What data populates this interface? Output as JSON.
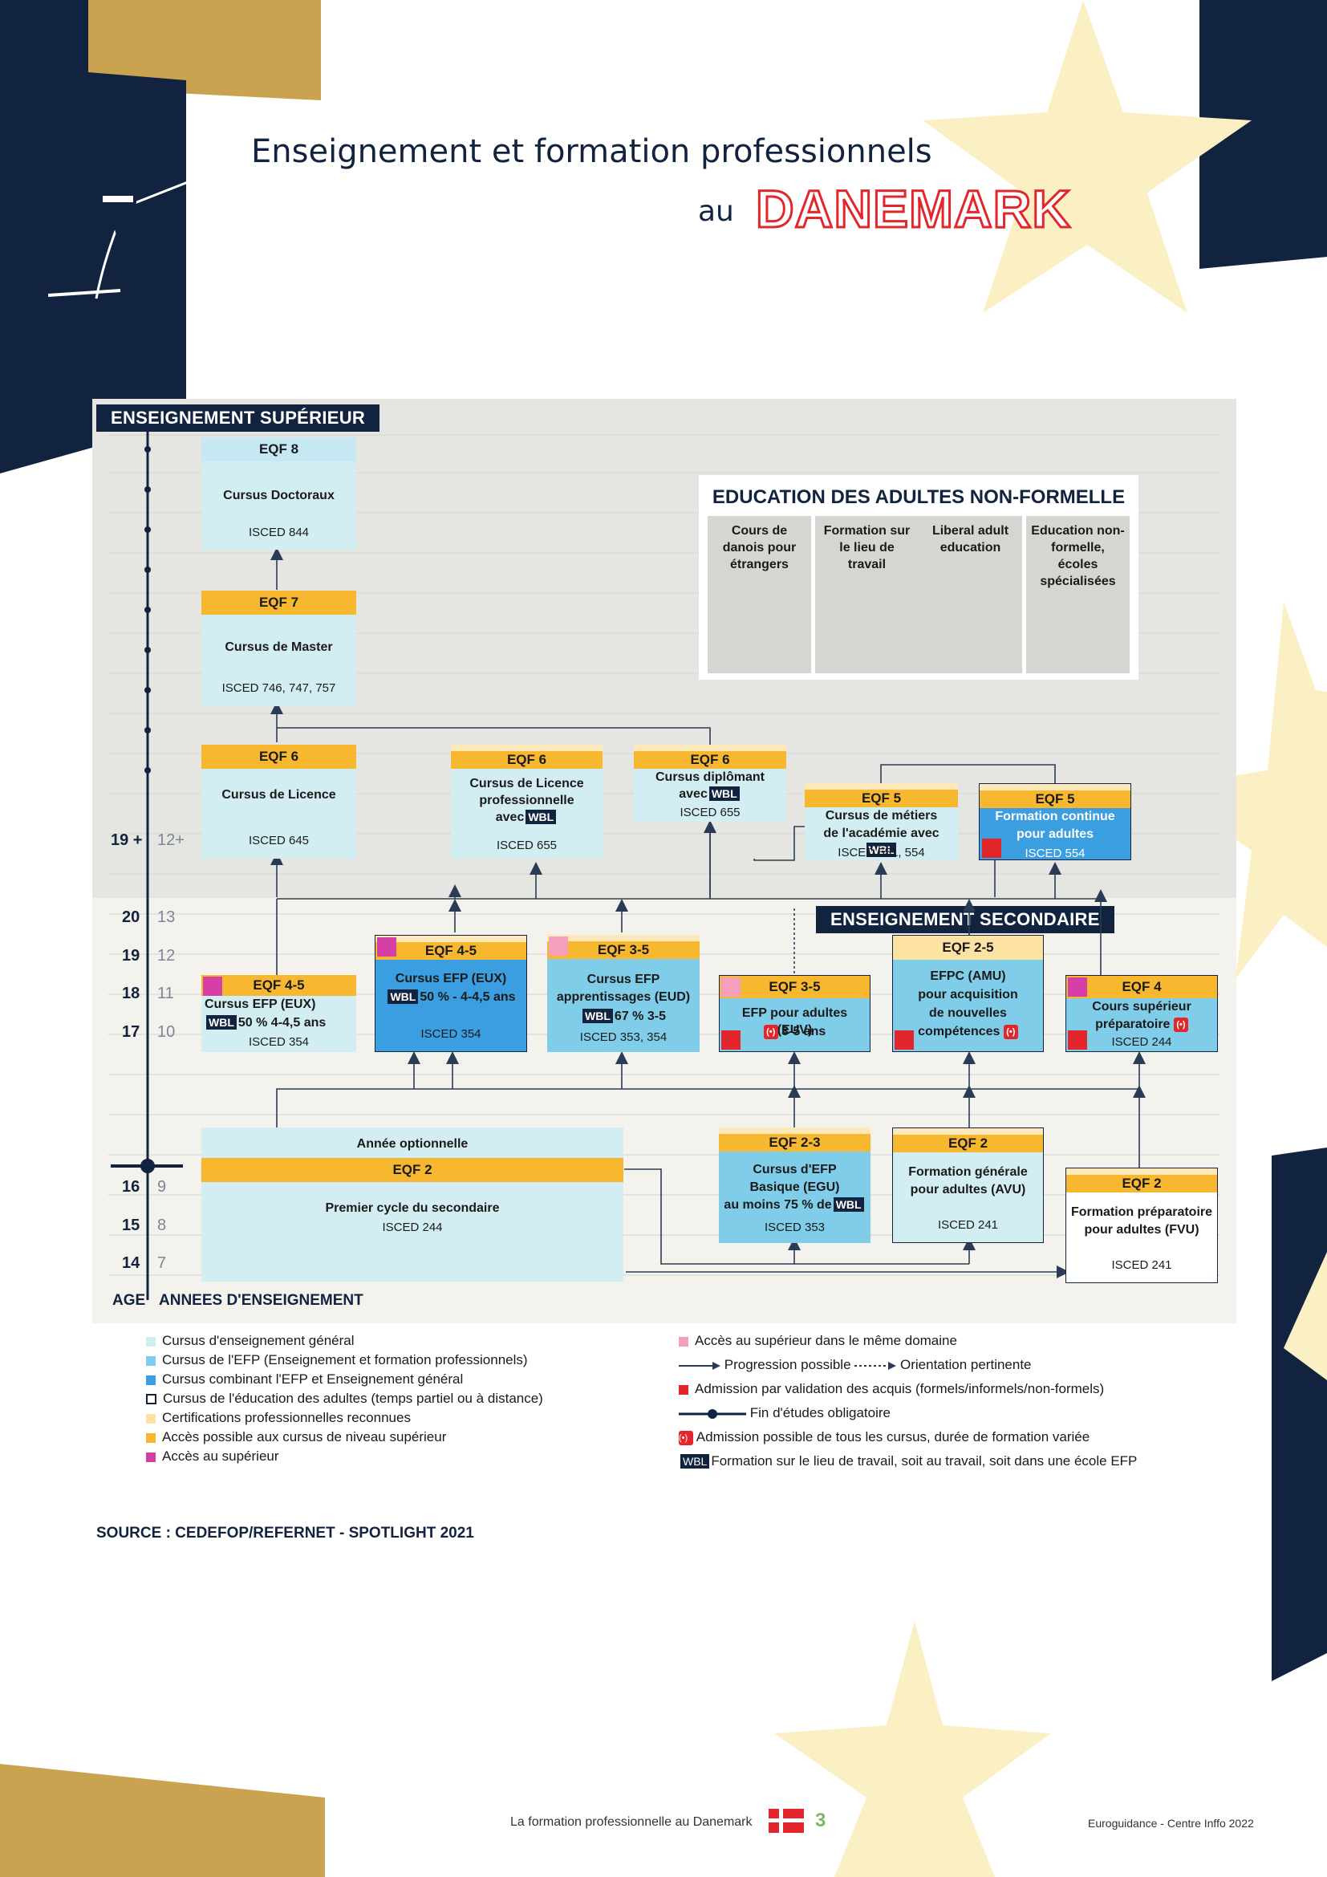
{
  "title": {
    "line1": "Enseignement et formation professionnels",
    "au": "au",
    "country": "DANEMARK"
  },
  "headers": {
    "superieur": "ENSEIGNEMENT SUPÉRIEUR",
    "secondaire": "ENSEIGNEMENT SECONDAIRE",
    "adultes": "EDUCATION DES ADULTES NON-FORMELLE"
  },
  "adult_cols": [
    "Cours de danois pour étrangers",
    "Formation sur le lieu de travail",
    "Liberal adult education",
    "Education non-formelle, écoles spécialisées"
  ],
  "wbl": "WBL",
  "adm": "(•)",
  "boxes": {
    "eqf8": {
      "bar": "EQF 8",
      "name": "Cursus Doctoraux",
      "isced": "ISCED 844"
    },
    "eqf7": {
      "bar": "EQF 7",
      "name": "Cursus de Master",
      "isced": "ISCED 746, 747, 757"
    },
    "eqf6a": {
      "bar": "EQF 6",
      "name": "Cursus de Licence",
      "isced": "ISCED 645"
    },
    "eqf6b": {
      "bar": "EQF 6",
      "name1": "Cursus de Licence",
      "name2": "professionnelle",
      "name3": "avec",
      "isced": "ISCED 655"
    },
    "eqf6c": {
      "bar": "EQF 6",
      "name1": "Cursus diplômant",
      "name2": "avec",
      "isced": "ISCED 655"
    },
    "eqf5a": {
      "bar": "EQF 5",
      "name1": "Cursus de métiers",
      "name2": "de l'académie avec",
      "isced": "ISCED 551, 554"
    },
    "eqf5b": {
      "bar": "EQF 5",
      "name1": "Formation continue",
      "name2": "pour adultes",
      "isced": "ISCED 554"
    },
    "eqf45a": {
      "bar": "EQF 4-5",
      "name": "Cursus EFP (EUX)",
      "sub": "50 % 4-4,5 ans",
      "isced": "ISCED 354"
    },
    "eqf45b": {
      "bar": "EQF 4-5",
      "name": "Cursus EFP (EUX)",
      "sub": "50 % - 4-4,5 ans",
      "isced": "ISCED 354"
    },
    "eqf35a": {
      "bar": "EQF 3-5",
      "name1": "Cursus EFP",
      "name2": "apprentissages (EUD)",
      "sub": "67 % 3-5",
      "isced": "ISCED 353, 354"
    },
    "eqf35b": {
      "bar": "EQF 3-5",
      "name": "EFP pour adultes (EUV)",
      "sub": "3-5 ans"
    },
    "eqf25": {
      "bar": "EQF 2-5",
      "name1": "EFPC (AMU)",
      "name2": "pour acquisition",
      "name3": "de nouvelles",
      "name4": "compétences"
    },
    "eqf4": {
      "bar": "EQF 4",
      "name1": "Cours supérieur",
      "name2": "préparatoire",
      "isced": "ISCED 244"
    },
    "eqf2a": {
      "top": "Année optionnelle",
      "bar": "EQF 2",
      "name": "Premier cycle du secondaire",
      "isced": "ISCED 244"
    },
    "eqf23": {
      "bar": "EQF 2-3",
      "name1": "Cursus d'EFP",
      "name2": "Basique (EGU)",
      "name3": "au moins 75 % de",
      "isced": "ISCED 353"
    },
    "eqf2b": {
      "bar": "EQF 2",
      "name1": "Formation générale",
      "name2": "pour adultes (AVU)",
      "isced": "ISCED 241"
    },
    "eqf2c": {
      "bar": "EQF 2",
      "name1": "Formation préparatoire",
      "name2": "pour adultes (FVU)",
      "isced": "ISCED 241"
    }
  },
  "axis": {
    "age_label": "AGE",
    "years_label": "ANNEES D'ENSEIGNEMENT",
    "rows": [
      {
        "age": "19 +",
        "year": "12+"
      },
      {
        "age": "20",
        "year": "13"
      },
      {
        "age": "19",
        "year": "12"
      },
      {
        "age": "18",
        "year": "11"
      },
      {
        "age": "17",
        "year": "10"
      },
      {
        "age": "16",
        "year": "9"
      },
      {
        "age": "15",
        "year": "8"
      },
      {
        "age": "14",
        "year": "7"
      }
    ]
  },
  "legend_left": [
    {
      "text": "Cursus d'enseignement général",
      "color": "#d3eef3"
    },
    {
      "text": "Cursus de l'EFP (Enseignement et formation professionnels)",
      "color": "#7fcde9"
    },
    {
      "text": "Cursus combinant l'EFP et Enseignement général",
      "color": "#3a9ee0"
    },
    {
      "text": "Cursus de l'éducation des adultes (temps partiel ou à distance)",
      "color": "outline"
    },
    {
      "text": "Certifications professionnelles reconnues",
      "color": "#fce2a3"
    },
    {
      "text": "Accès possible aux cursus de niveau supérieur",
      "color": "#f7b82f"
    },
    {
      "text": "Accès au supérieur",
      "color": "#d63fa5"
    }
  ],
  "legend_right": [
    {
      "text": "Accès au supérieur dans le même domaine",
      "kind": "pink"
    },
    {
      "text": "Progression possible",
      "text2": "Orientation pertinente",
      "kind": "arrows"
    },
    {
      "text": "Admission par validation des acquis (formels/informels/non-formels)",
      "kind": "red"
    },
    {
      "text": "Fin d'études obligatoire",
      "kind": "dotline"
    },
    {
      "text": "Admission possible de tous les cursus, durée de formation variée",
      "kind": "adm"
    },
    {
      "text": "Formation sur le lieu de travail, soit au travail, soit dans une école EFP",
      "kind": "wbl"
    }
  ],
  "source": "SOURCE : CEDEFOP/REFERNET - SPOTLIGHT 2021",
  "footer": {
    "left": "La formation professionnelle au Danemark",
    "page": "3",
    "right": "Euroguidance - Centre Inffo 2022"
  },
  "colors": {
    "navy": "#12233f",
    "gold": "#c9a350",
    "amber": "#f7b82f",
    "red": "#e3262b",
    "star": "#fbf0c4"
  }
}
